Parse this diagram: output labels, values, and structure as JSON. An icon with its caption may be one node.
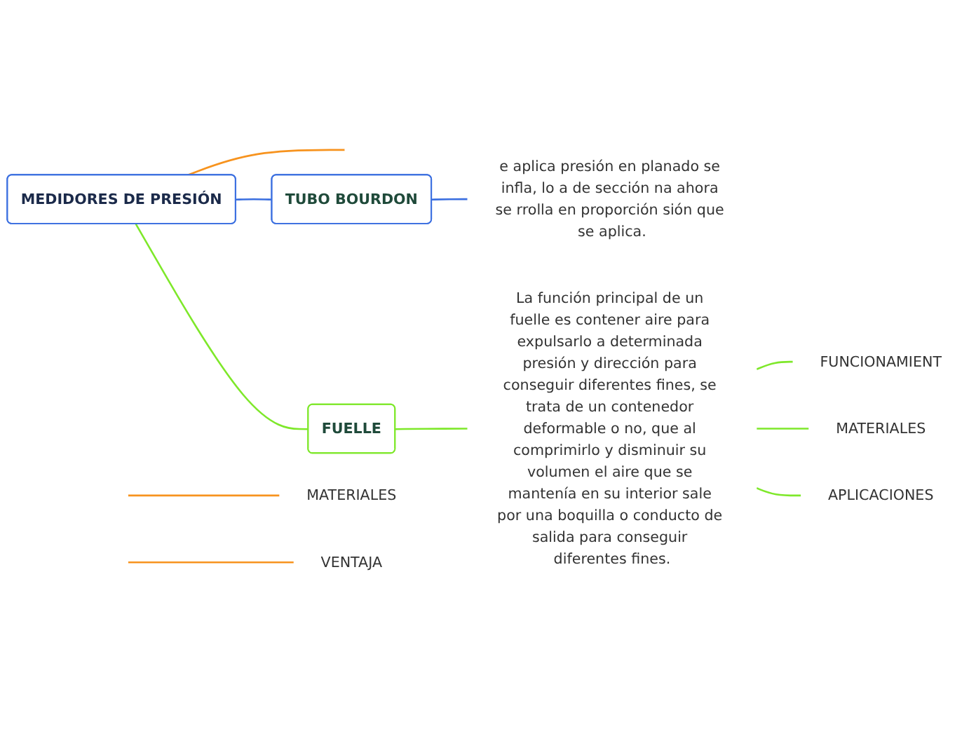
{
  "diagram": {
    "nodes": [
      {
        "text": [
          "MEDIDORES DE PRESIÓN"
        ]
      },
      {
        "text": [
          "TUBO BOURDON"
        ]
      },
      {
        "text": [
          "e aplica presión en planado se infla, lo a de sección na ahora se rrolla en proporción sión que se aplica."
        ]
      },
      {
        "text": [
          "FUELLE"
        ]
      },
      {
        "text": [
          "La función principal de un fuelle es contener aire para expulsarlo a determinada presión y dirección para conseguir diferentes fines, se trata de un contenedor deformable o no, que al comprimirlo y disminuir su volumen el aire que se mantenía en su interior sale por una boquilla o conducto de salida para conseguir diferentes fines."
        ]
      },
      {
        "text": [
          "FUNCIONAMIENT"
        ]
      },
      {
        "text": [
          "MATERIALES"
        ]
      },
      {
        "text": [
          "APLICACIONES"
        ]
      },
      {
        "text": [
          "MATERIALES"
        ]
      },
      {
        "text": [
          "VENTAJA"
        ]
      }
    ],
    "edges": [
      {
        "from": 0,
        "to": null,
        "arrow": "none",
        "color": "#f7931e"
      },
      {
        "from": null,
        "to": 8,
        "arrow": "none",
        "color": "#f7931e"
      },
      {
        "from": null,
        "to": 9,
        "arrow": "none",
        "color": "#f7931e"
      },
      {
        "from": 0,
        "to": 1,
        "arrow": "none",
        "color": "#3b6fe0"
      },
      {
        "from": 1,
        "to": 2,
        "arrow": "none",
        "color": "#3b6fe0"
      },
      {
        "from": 0,
        "to": 3,
        "arrow": "none"
      },
      {
        "from": 3,
        "to": 4,
        "arrow": "none"
      },
      {
        "from": 4,
        "to": 5,
        "arrow": "none"
      },
      {
        "from": 4,
        "to": 6,
        "arrow": "none"
      },
      {
        "from": 4,
        "to": 7,
        "arrow": "none"
      }
    ]
  }
}
